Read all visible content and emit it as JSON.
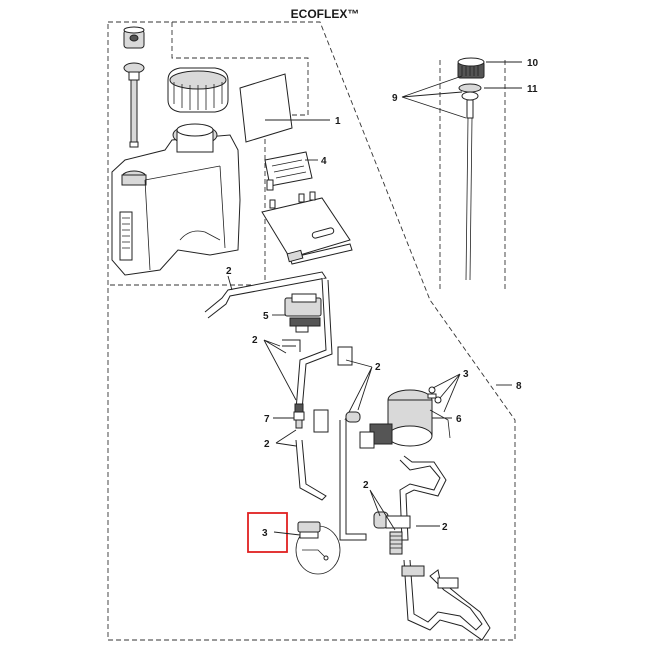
{
  "title": "ECOFLEX™",
  "callouts": {
    "c1": "1",
    "c2a": "2",
    "c2b": "2",
    "c2c": "2",
    "c2d": "2",
    "c2e": "2",
    "c2f": "2",
    "c3a": "3",
    "c3b": "3",
    "c4": "4",
    "c5": "5",
    "c6": "6",
    "c7": "7",
    "c8": "8",
    "c9": "9",
    "c10": "10",
    "c11": "11"
  },
  "highlight_color": "#e02020"
}
